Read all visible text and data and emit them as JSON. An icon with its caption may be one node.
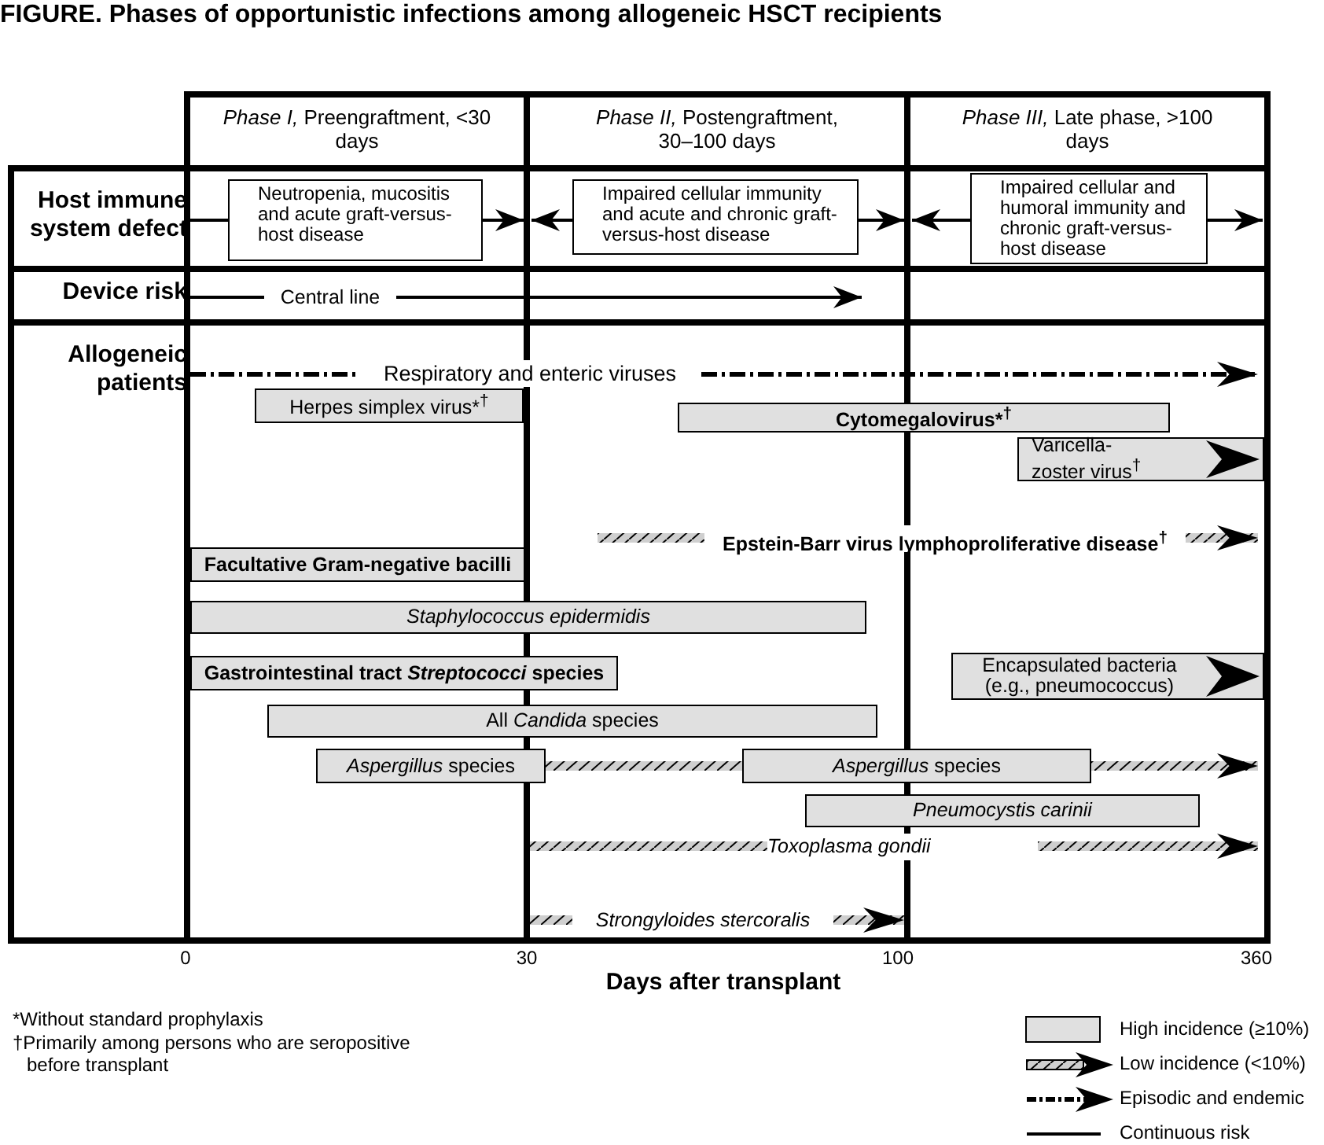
{
  "diagram": {
    "title": "FIGURE. Phases of opportunistic infections among allogeneic HSCT recipients",
    "nodes": [
      {
        "text": [
          "*Phase I,* Preengraftment, <30 days"
        ]
      },
      {
        "text": [
          "*Phase II,* Postengraftment, 30–100 days"
        ]
      },
      {
        "text": [
          "*Phase III,* Late phase, >100 days"
        ]
      },
      {
        "text": [
          "Host immune system defect"
        ]
      },
      {
        "text": [
          "Neutropenia, mucositis and acute graft-versus-host disease"
        ],
        "in": 3
      },
      {
        "text": [
          "Impaired cellular immunity and acute and chronic graft-versus-host disease"
        ],
        "in": 3
      },
      {
        "text": [
          "Impaired cellular and humoral immunity and chronic graft-versus-host disease"
        ],
        "in": 3
      },
      {
        "text": [
          "Device risk"
        ]
      },
      {
        "text": [
          "Central line"
        ],
        "in": 7
      },
      {
        "text": [
          "Allogeneic patients"
        ]
      },
      {
        "text": [
          "Respiratory and enteric viruses"
        ],
        "in": 9
      },
      {
        "text": [
          "Herpes simplex virus*$^{†}$"
        ],
        "in": 9
      },
      {
        "text": [
          "Cytomegalovirus*$^{†}$"
        ],
        "in": 9
      },
      {
        "text": [
          "Varicella-zoster virus$^{†}$"
        ],
        "in": 9
      },
      {
        "text": [
          "Epstein-Barr virus lymphoproliferative disease$^{†}$"
        ],
        "in": 9
      },
      {
        "text": [
          "Facultative Gram-negative bacilli"
        ],
        "in": 9
      },
      {
        "text": [
          "Staphylococcus epidermidis"
        ],
        "in": 9
      },
      {
        "text": [
          "Gastrointestinal tract *Streptococci* species"
        ],
        "in": 9
      },
      {
        "text": [
          "Encapsulated bacteria (e.g., pneumococcus)"
        ],
        "in": 9
      },
      {
        "text": [
          "All *Candida* species"
        ],
        "in": 9
      },
      {
        "text": [
          "*Aspergillus* species"
        ],
        "in": 9
      },
      {
        "text": [
          "*Aspergillus* species"
        ],
        "in": 9
      },
      {
        "text": [
          "Pneumocystis carinii"
        ],
        "in": 9
      },
      {
        "text": [
          "Toxoplasma gondii"
        ],
        "in": 9
      },
      {
        "text": [
          "Strongyloides stercoralis"
        ],
        "in": 9
      }
    ],
    "edges": [
      {
        "from": null,
        "to": 4,
        "arrow": "none"
      },
      {
        "from": 4,
        "to": null,
        "arrow": "to"
      },
      {
        "from": 5,
        "to": null,
        "arrow": "to"
      },
      {
        "from": 5,
        "to": null,
        "arrow": "to"
      },
      {
        "from": 6,
        "to": null,
        "arrow": "to"
      },
      {
        "from": 6,
        "to": null,
        "arrow": "to"
      },
      {
        "from": null,
        "to": 8,
        "arrow": "none"
      },
      {
        "from": 8,
        "to": null,
        "arrow": "to"
      },
      {
        "from": null,
        "to": 10,
        "arrow": "none",
        "style": "dashed"
      },
      {
        "from": 10,
        "to": null,
        "arrow": "to",
        "style": "dashed"
      },
      {
        "from": null,
        "to": 14,
        "arrow": "none",
        "style": "thick"
      },
      {
        "from": 14,
        "to": null,
        "arrow": "to",
        "style": "thick"
      },
      {
        "from": 20,
        "to": 21,
        "arrow": "none",
        "style": "thick"
      },
      {
        "from": 21,
        "to": null,
        "arrow": "to",
        "style": "thick"
      },
      {
        "from": null,
        "to": 23,
        "arrow": "none",
        "style": "thick"
      },
      {
        "from": 23,
        "to": null,
        "arrow": "to",
        "style": "thick"
      },
      {
        "from": null,
        "to": 24,
        "arrow": "none",
        "style": "thick"
      },
      {
        "from": 24,
        "to": null,
        "arrow": "to",
        "style": "thick"
      }
    ],
    "labels": [
      "0",
      "30",
      "100",
      "360",
      "Days after transplant",
      "*Without standard prophylaxis",
      "†Primarily among persons who are seropositive before transplant"
    ],
    "legend": [
      {
        "text": "High incidence (≥10%)",
        "color": "#e0e0e0"
      },
      {
        "text": "Low incidence (<10%)"
      },
      {
        "text": "Episodic and endemic"
      },
      {
        "text": "Continuous risk"
      }
    ]
  }
}
